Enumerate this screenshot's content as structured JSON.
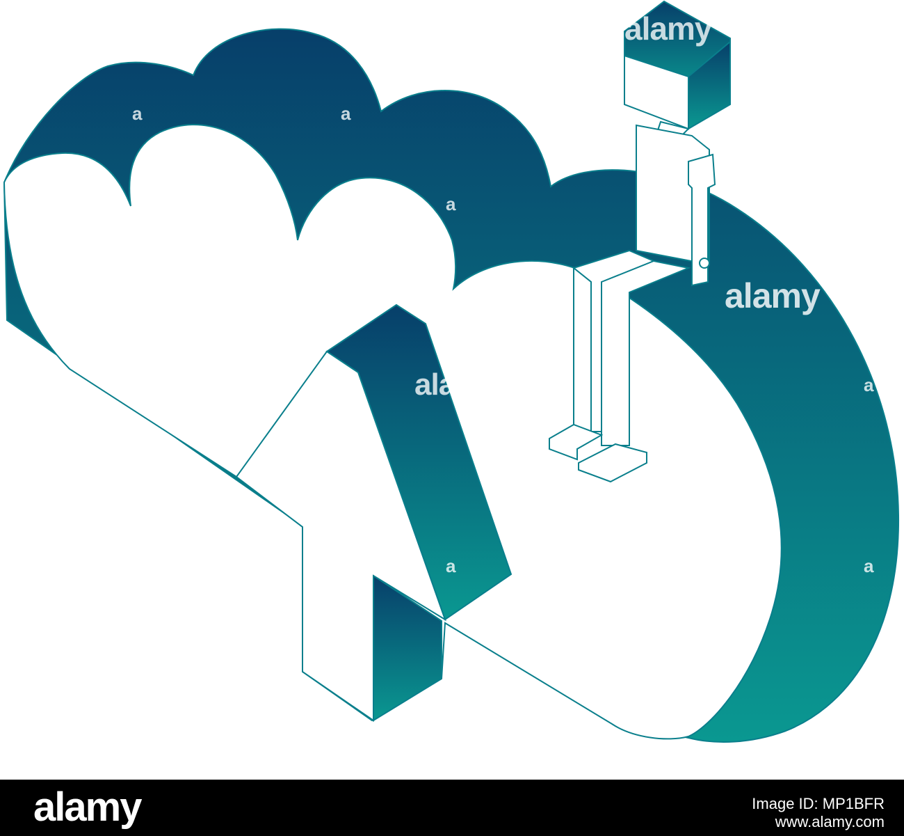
{
  "colors": {
    "gradient_top": "#073f6a",
    "gradient_bottom": "#0a9891",
    "outline": "#0a7f8c",
    "background": "#ffffff",
    "footer": "#000000"
  },
  "watermark": {
    "logo_text": "alamy",
    "small_mark": "a",
    "partial_mark": "ala"
  },
  "footer": {
    "logo_text": "alamy",
    "image_id_line": "Image ID: MP1BFR",
    "site_line": "www.alamy.com"
  },
  "illustration": {
    "cloud_icon": "cloud-icon",
    "arrow_icon": "upload-arrow-icon",
    "person_icon": "person-icon"
  }
}
